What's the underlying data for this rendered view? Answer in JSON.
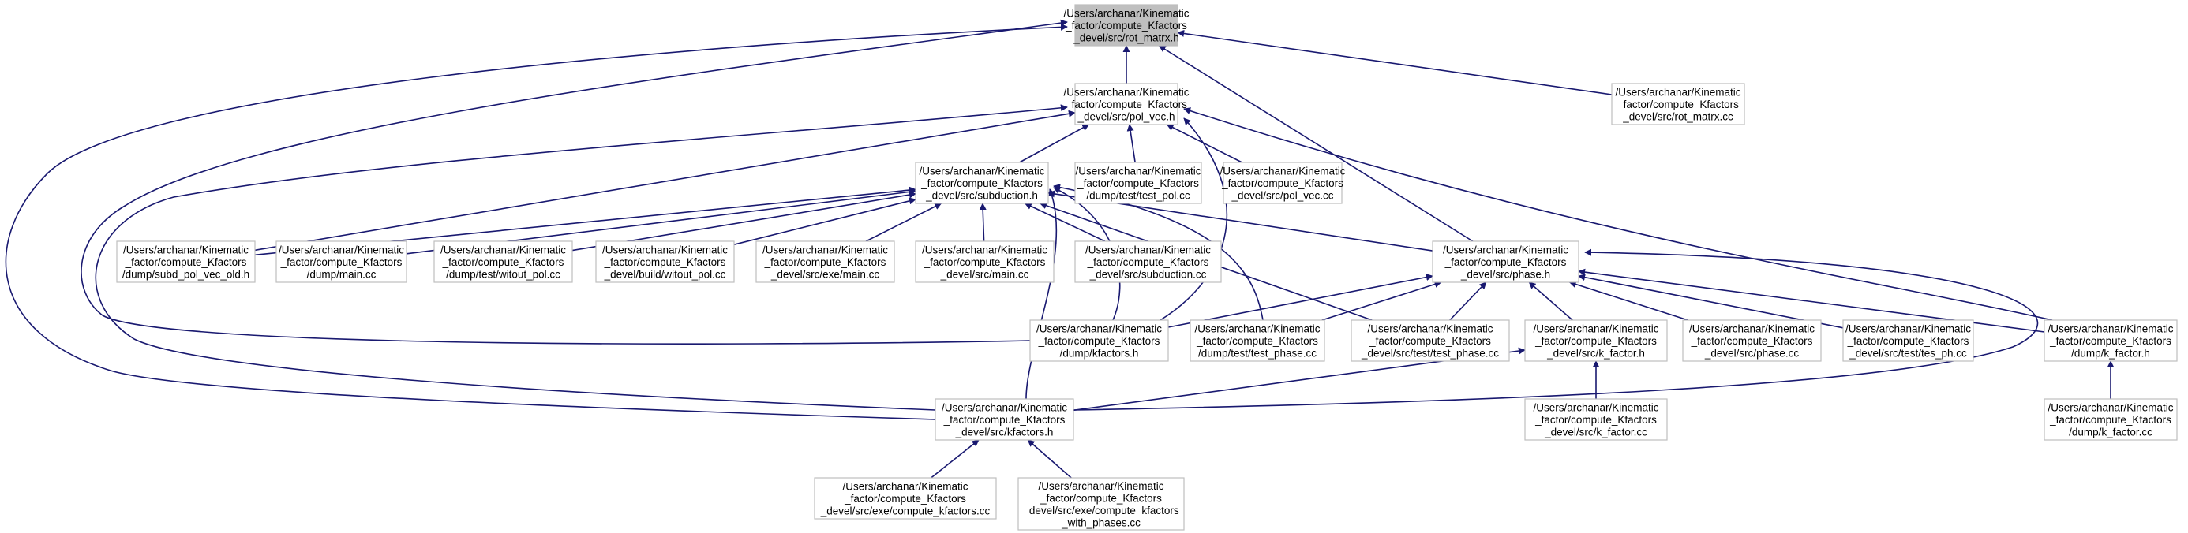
{
  "colors": {
    "edge": "#191970",
    "node_fill": "#ffffff",
    "node_border": "#bfbfbf",
    "root_fill": "#bfbfbf",
    "root_border": "#666666",
    "text": "#000000"
  },
  "nodes": {
    "rot_matrx_h": [
      "/Users/archanar/Kinematic",
      "_factor/compute_Kfactors",
      "_devel/src/rot_matrx.h"
    ],
    "pol_vec_h": [
      "/Users/archanar/Kinematic",
      "_factor/compute_Kfactors",
      "_devel/src/pol_vec.h"
    ],
    "rot_matrx_cc": [
      "/Users/archanar/Kinematic",
      "_factor/compute_Kfactors",
      "_devel/src/rot_matrx.cc"
    ],
    "subduction_h": [
      "/Users/archanar/Kinematic",
      "_factor/compute_Kfactors",
      "_devel/src/subduction.h"
    ],
    "test_pol_cc": [
      "/Users/archanar/Kinematic",
      "_factor/compute_Kfactors",
      "/dump/test/test_pol.cc"
    ],
    "pol_vec_cc": [
      "/Users/archanar/Kinematic",
      "_factor/compute_Kfactors",
      "_devel/src/pol_vec.cc"
    ],
    "subd_pol_vec_old": [
      "/Users/archanar/Kinematic",
      "_factor/compute_Kfactors",
      "/dump/subd_pol_vec_old.h"
    ],
    "dump_main_cc": [
      "/Users/archanar/Kinematic",
      "_factor/compute_Kfactors",
      "/dump/main.cc"
    ],
    "witout_pol_cc": [
      "/Users/archanar/Kinematic",
      "_factor/compute_Kfactors",
      "/dump/test/witout_pol.cc"
    ],
    "build_witout_pol": [
      "/Users/archanar/Kinematic",
      "_factor/compute_Kfactors",
      "_devel/build/witout_pol.cc"
    ],
    "exe_main_cc": [
      "/Users/archanar/Kinematic",
      "_factor/compute_Kfactors",
      "_devel/src/exe/main.cc"
    ],
    "src_main_cc": [
      "/Users/archanar/Kinematic",
      "_factor/compute_Kfactors",
      "_devel/src/main.cc"
    ],
    "subduction_cc": [
      "/Users/archanar/Kinematic",
      "_factor/compute_Kfactors",
      "_devel/src/subduction.cc"
    ],
    "phase_h": [
      "/Users/archanar/Kinematic",
      "_factor/compute_Kfactors",
      "_devel/src/phase.h"
    ],
    "dump_kfactors_h": [
      "/Users/archanar/Kinematic",
      "_factor/compute_Kfactors",
      "/dump/kfactors.h"
    ],
    "dump_test_phase": [
      "/Users/archanar/Kinematic",
      "_factor/compute_Kfactors",
      "/dump/test/test_phase.cc"
    ],
    "src_test_phase": [
      "/Users/archanar/Kinematic",
      "_factor/compute_Kfactors",
      "_devel/src/test/test_phase.cc"
    ],
    "k_factor_h": [
      "/Users/archanar/Kinematic",
      "_factor/compute_Kfactors",
      "_devel/src/k_factor.h"
    ],
    "phase_cc": [
      "/Users/archanar/Kinematic",
      "_factor/compute_Kfactors",
      "_devel/src/phase.cc"
    ],
    "tes_ph_cc": [
      "/Users/archanar/Kinematic",
      "_factor/compute_Kfactors",
      "_devel/src/test/tes_ph.cc"
    ],
    "dump_k_factor_h": [
      "/Users/archanar/Kinematic",
      "_factor/compute_Kfactors",
      "/dump/k_factor.h"
    ],
    "kfactors_h": [
      "/Users/archanar/Kinematic",
      "_factor/compute_Kfactors",
      "_devel/src/kfactors.h"
    ],
    "k_factor_cc": [
      "/Users/archanar/Kinematic",
      "_factor/compute_Kfactors",
      "_devel/src/k_factor.cc"
    ],
    "dump_k_factor_cc": [
      "/Users/archanar/Kinematic",
      "_factor/compute_Kfactors",
      "/dump/k_factor.cc"
    ],
    "compute_kfactors": [
      "/Users/archanar/Kinematic",
      "_factor/compute_Kfactors",
      "_devel/src/exe/compute_kfactors.cc"
    ],
    "compute_kf_phases": [
      "/Users/archanar/Kinematic",
      "_factor/compute_Kfactors",
      "_devel/src/exe/compute_kfactors",
      "_with_phases.cc"
    ]
  },
  "edges": [
    [
      "pol_vec_h",
      "rot_matrx_h"
    ],
    [
      "rot_matrx_cc",
      "rot_matrx_h"
    ],
    [
      "phase_h",
      "rot_matrx_h"
    ],
    [
      "dump_kfactors_h",
      "rot_matrx_h"
    ],
    [
      "kfactors_h",
      "rot_matrx_h"
    ],
    [
      "subduction_h",
      "pol_vec_h"
    ],
    [
      "test_pol_cc",
      "pol_vec_h"
    ],
    [
      "pol_vec_cc",
      "pol_vec_h"
    ],
    [
      "subd_pol_vec_old",
      "pol_vec_h"
    ],
    [
      "dump_kfactors_h",
      "pol_vec_h"
    ],
    [
      "kfactors_h",
      "pol_vec_h"
    ],
    [
      "dump_k_factor_h",
      "pol_vec_h"
    ],
    [
      "subd_pol_vec_old",
      "subduction_h"
    ],
    [
      "dump_main_cc",
      "subduction_h"
    ],
    [
      "witout_pol_cc",
      "subduction_h"
    ],
    [
      "build_witout_pol",
      "subduction_h"
    ],
    [
      "exe_main_cc",
      "subduction_h"
    ],
    [
      "src_main_cc",
      "subduction_h"
    ],
    [
      "subduction_cc",
      "subduction_h"
    ],
    [
      "phase_h",
      "subduction_h"
    ],
    [
      "dump_kfactors_h",
      "subduction_h"
    ],
    [
      "dump_test_phase",
      "subduction_h"
    ],
    [
      "src_test_phase",
      "subduction_h"
    ],
    [
      "kfactors_h",
      "subduction_h"
    ],
    [
      "dump_kfactors_h",
      "phase_h"
    ],
    [
      "dump_test_phase",
      "phase_h"
    ],
    [
      "src_test_phase",
      "phase_h"
    ],
    [
      "k_factor_h",
      "phase_h"
    ],
    [
      "phase_cc",
      "phase_h"
    ],
    [
      "tes_ph_cc",
      "phase_h"
    ],
    [
      "dump_k_factor_h",
      "phase_h"
    ],
    [
      "kfactors_h",
      "phase_h"
    ],
    [
      "kfactors_h",
      "k_factor_h"
    ],
    [
      "k_factor_cc",
      "k_factor_h"
    ],
    [
      "dump_k_factor_cc",
      "dump_k_factor_h"
    ],
    [
      "compute_kfactors",
      "kfactors_h"
    ],
    [
      "compute_kf_phases",
      "kfactors_h"
    ]
  ]
}
